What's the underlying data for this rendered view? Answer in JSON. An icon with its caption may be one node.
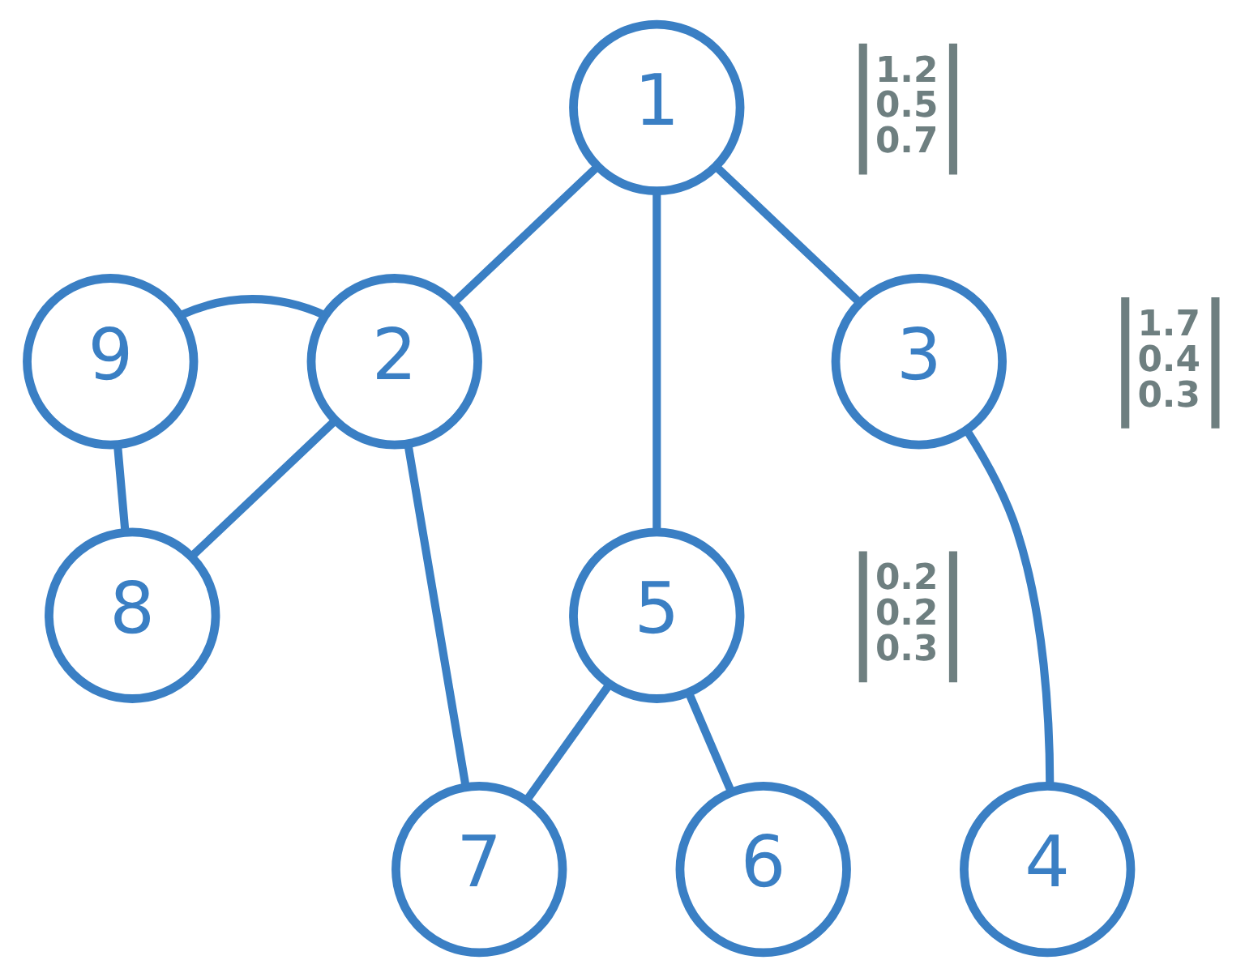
{
  "diagram": {
    "nodes": [
      {
        "text": [
          "1"
        ],
        "beside": [
          "1.2",
          "0.5",
          "0.7"
        ]
      },
      {
        "text": [
          "2"
        ]
      },
      {
        "text": [
          "3"
        ],
        "beside": [
          "1.7",
          "0.4",
          "0.3"
        ]
      },
      {
        "text": [
          "4"
        ]
      },
      {
        "text": [
          "5"
        ],
        "beside": [
          "0.2",
          "0.2",
          "0.3"
        ]
      },
      {
        "text": [
          "6"
        ]
      },
      {
        "text": [
          "7"
        ]
      },
      {
        "text": [
          "8"
        ]
      },
      {
        "text": [
          "9"
        ]
      }
    ],
    "edges": [
      {
        "from": 0,
        "to": 1,
        "arrow": "none"
      },
      {
        "from": 0,
        "to": 4,
        "arrow": "none"
      },
      {
        "from": 0,
        "to": 2,
        "arrow": "none"
      },
      {
        "from": 8,
        "to": 1,
        "arrow": "none"
      },
      {
        "from": 8,
        "to": 7,
        "arrow": "none"
      },
      {
        "from": 7,
        "to": 1,
        "arrow": "none"
      },
      {
        "from": 1,
        "to": 6,
        "arrow": "none"
      },
      {
        "from": 4,
        "to": 6,
        "arrow": "none"
      },
      {
        "from": 4,
        "to": 5,
        "arrow": "none"
      },
      {
        "from": 2,
        "to": 3,
        "arrow": "none"
      }
    ]
  }
}
